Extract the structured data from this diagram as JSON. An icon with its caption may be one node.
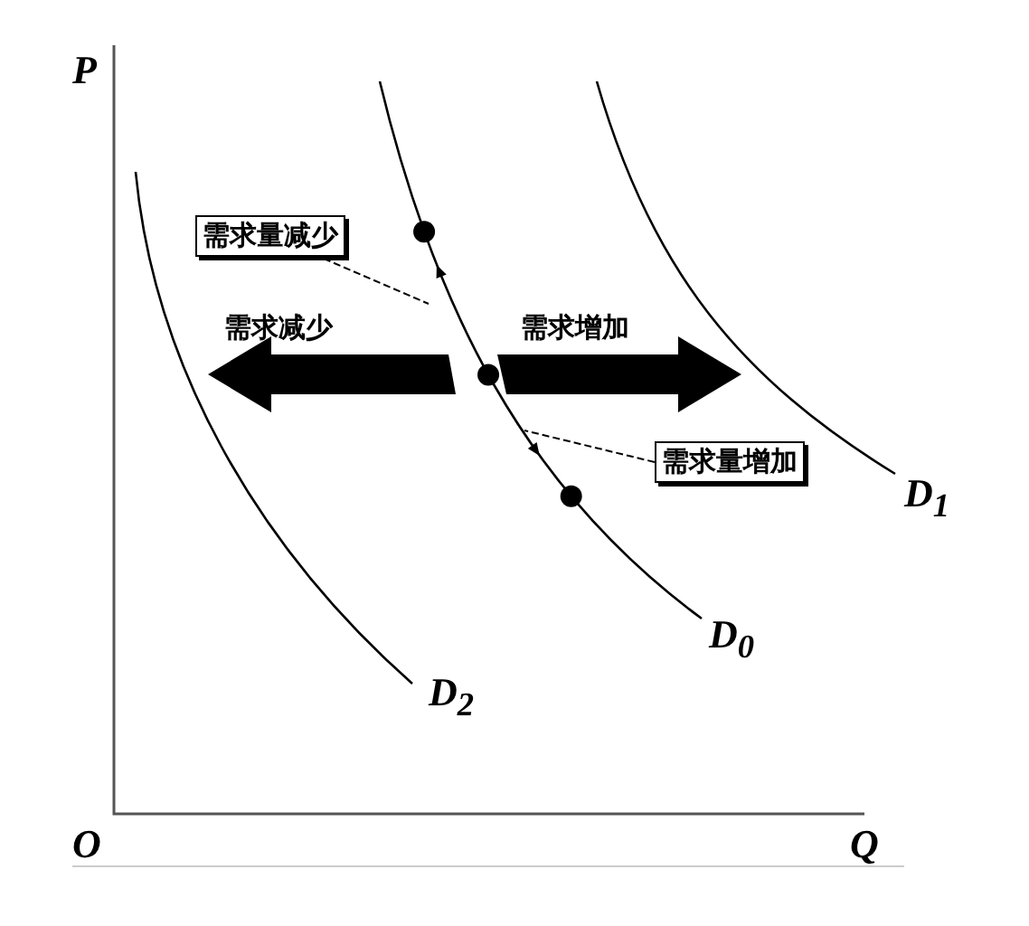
{
  "diagram": {
    "nodes": [
      {
        "text": [
          "需求量减少"
        ]
      },
      {
        "text": [
          "需求量增加"
        ]
      }
    ],
    "edges": [
      {
        "from": 0,
        "to": null,
        "arrow": "none",
        "style": "dashed"
      },
      {
        "from": 1,
        "to": null,
        "arrow": "none",
        "style": "dashed"
      }
    ],
    "labels": [
      "P",
      "需求减少",
      "需求增加",
      "D$_{1}$",
      "D$_{0}$",
      "D$_{2}$",
      "O",
      "Q"
    ]
  }
}
